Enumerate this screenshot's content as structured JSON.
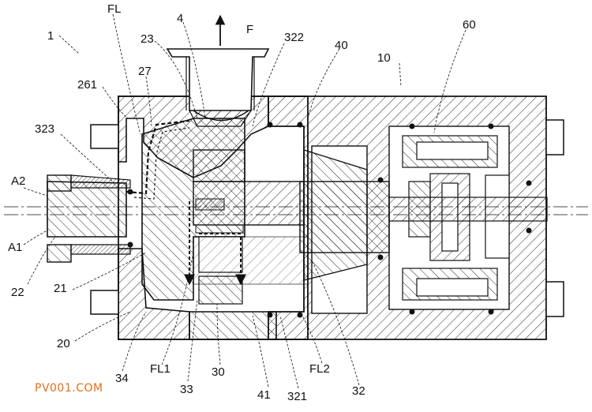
{
  "labels": {
    "L1": "1",
    "FL_top": "FL",
    "L4": "4",
    "F": "F",
    "L23": "23",
    "L322": "322",
    "L40": "40",
    "L60": "60",
    "L10": "10",
    "L27": "27",
    "L261": "261",
    "L323": "323",
    "A2": "A2",
    "A1": "A1",
    "L22": "22",
    "L21": "21",
    "L20": "20",
    "L34": "34",
    "FL1": "FL1",
    "L33": "33",
    "L30": "30",
    "L41": "41",
    "L321": "321",
    "FL2": "FL2",
    "L32": "32"
  },
  "watermark": "PV001.COM",
  "colors": {
    "line": "#111111",
    "watermark": "#e0701a"
  }
}
